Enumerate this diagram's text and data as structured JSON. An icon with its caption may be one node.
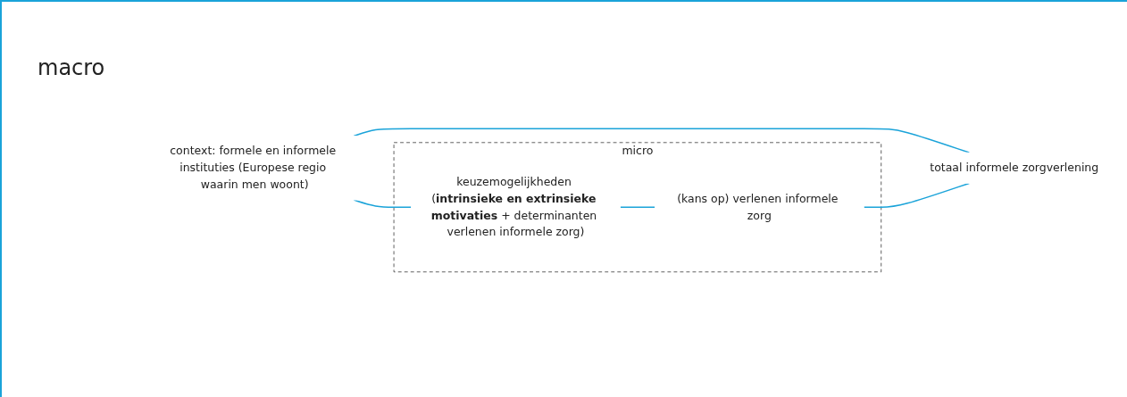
{
  "diagram": {
    "nodes": [
      {
        "text": [
          "micro"
        ]
      },
      {
        "text": [
          "context: formele en informele instituties (Europese regio waarin men woont)"
        ]
      },
      {
        "text": [
          "totaal informele zorgverlening"
        ]
      },
      {
        "text": [
          "keuzemogelijkheden (**intrinsieke en extrinsieke motivaties** + determinanten verlenen informele zorg)"
        ],
        "in": 0
      },
      {
        "text": [
          "(kans op) verlenen informele zorg"
        ],
        "in": 0
      }
    ],
    "edges": [
      {
        "from": 1,
        "to": 2,
        "arrow": "none"
      },
      {
        "from": 1,
        "to": 3,
        "arrow": "none"
      },
      {
        "from": 3,
        "to": 4,
        "arrow": "none"
      },
      {
        "from": 4,
        "to": 2,
        "arrow": "none"
      }
    ],
    "labels": [
      "macro"
    ]
  }
}
